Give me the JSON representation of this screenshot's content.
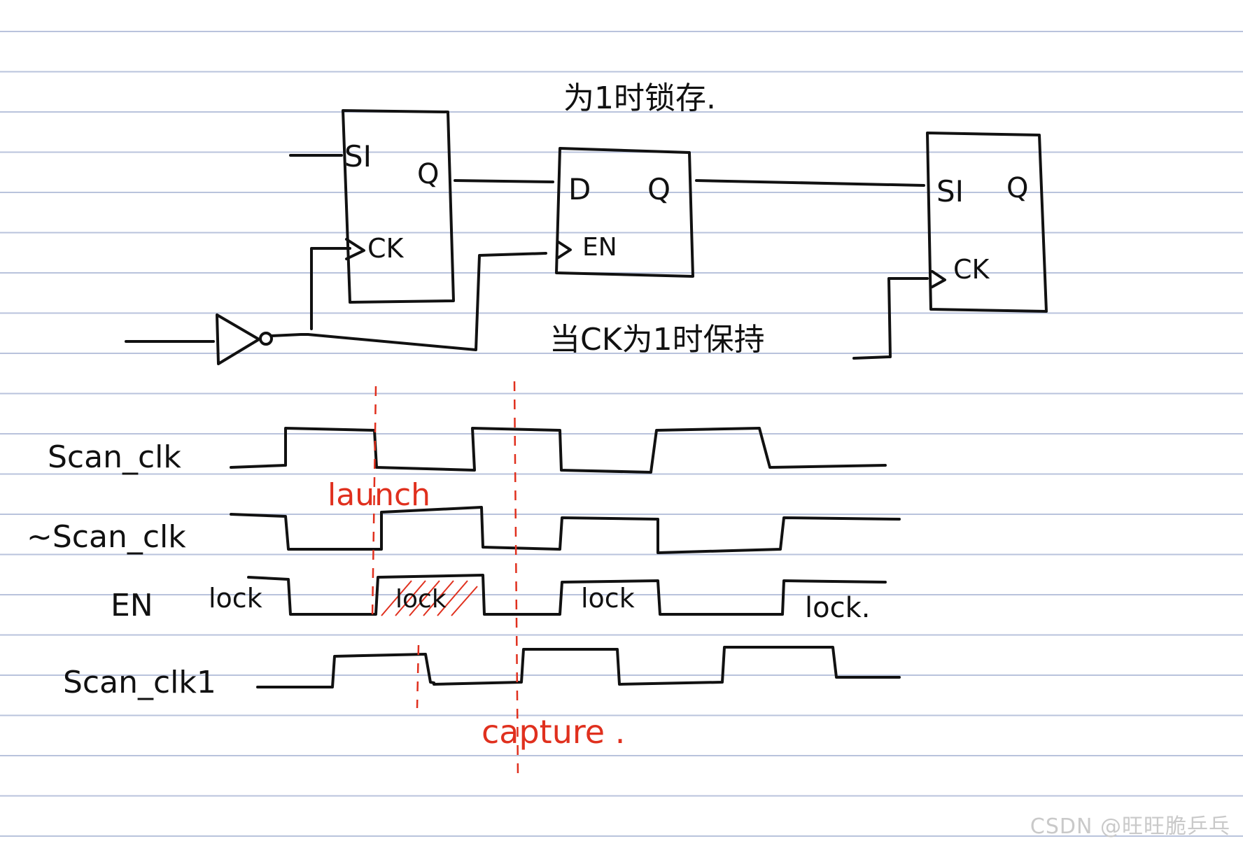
{
  "annotations": {
    "title_latch": "为1时锁存.",
    "hold_note": "当CK为1时保持",
    "launch": "launch",
    "capture": "capture ."
  },
  "flop_left": {
    "si": "SI",
    "q": "Q",
    "ck": "CK"
  },
  "latch": {
    "d": "D",
    "q": "Q",
    "en": "EN"
  },
  "flop_right": {
    "si": "SI",
    "q": "Q",
    "ck": "CK"
  },
  "signals": {
    "scan_clk": "Scan_clk",
    "nscan_clk": "~Scan_clk",
    "en": "EN",
    "scan_clk1": "Scan_clk1"
  },
  "lock_labels": [
    "lock",
    "lock",
    "lock",
    "lock."
  ],
  "watermark": "CSDN @旺旺脆乒乓",
  "colors": {
    "ink": "#111111",
    "annotation": "#e0301e",
    "ruled_lines": "#b9c3dc"
  }
}
